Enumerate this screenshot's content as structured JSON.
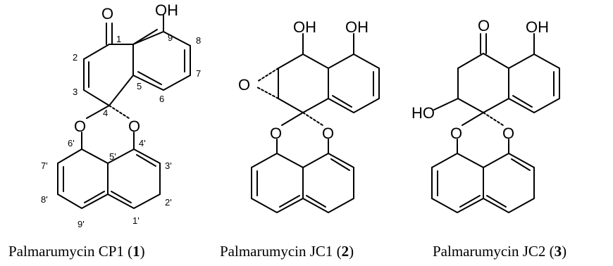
{
  "compounds": [
    {
      "name": "Palmarumycin CP1",
      "number": "1",
      "atom_labels": [
        "O",
        "OH",
        "O",
        "O"
      ],
      "position_labels": [
        "1",
        "2",
        "3",
        "4",
        "5",
        "6",
        "7",
        "8",
        "9",
        "4'",
        "5'",
        "6'",
        "7'",
        "8'",
        "9'",
        "1'",
        "2'",
        "3'"
      ]
    },
    {
      "name": "Palmarumycin JC1",
      "number": "2",
      "atom_labels": [
        "OH",
        "OH",
        "O",
        "O",
        "O"
      ]
    },
    {
      "name": "Palmarumycin JC2",
      "number": "3",
      "atom_labels": [
        "O",
        "OH",
        "HO",
        "O",
        "O"
      ]
    }
  ]
}
